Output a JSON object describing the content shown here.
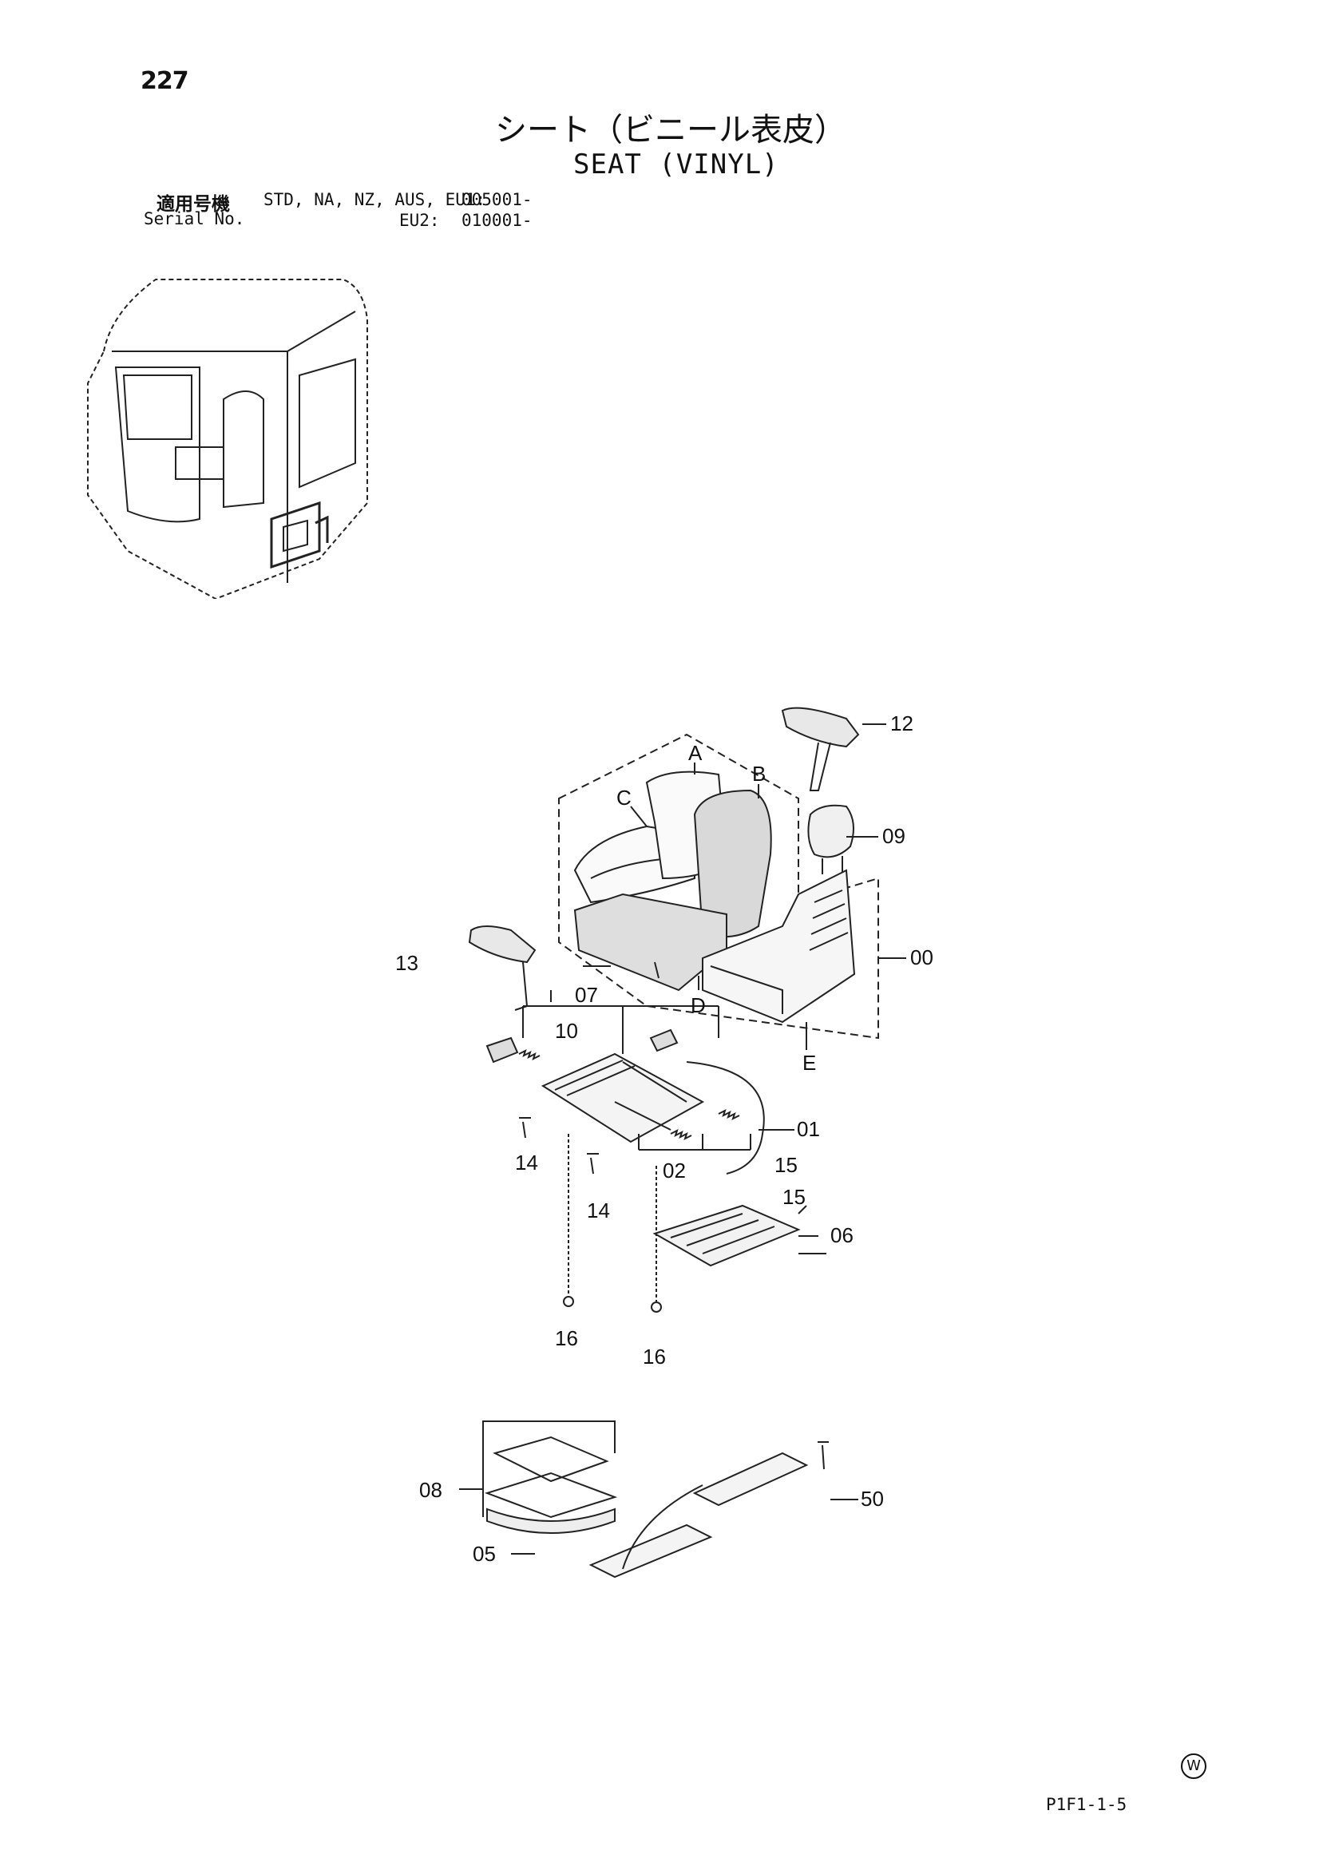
{
  "page": {
    "number": "227",
    "title_jp": "シート（ビニール表皮）",
    "title_en": "SEAT (VINYL)",
    "serial": {
      "label_jp": "適用号機",
      "label_en": "Serial No.",
      "row1_models": "STD, NA, NZ, AUS, EU1:",
      "row1_value": "005001-",
      "row2_models": "EU2:",
      "row2_value": "010001-"
    },
    "figure_code": "P1F1-1-5",
    "w_mark": "W"
  },
  "callouts": {
    "c00": "00",
    "c01": "01",
    "c02": "02",
    "c05": "05",
    "c06": "06",
    "c07": "07",
    "c08": "08",
    "c09": "09",
    "c10": "10",
    "c12": "12",
    "c13": "13",
    "c14a": "14",
    "c14b": "14",
    "c15a": "15",
    "c15b": "15",
    "c16a": "16",
    "c16b": "16",
    "c50": "50",
    "A": "A",
    "B": "B",
    "C": "C",
    "D": "D",
    "E": "E"
  }
}
